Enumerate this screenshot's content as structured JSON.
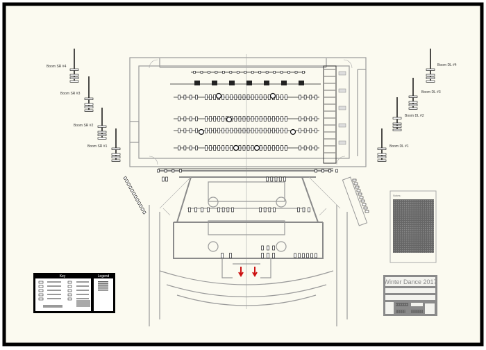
{
  "plot": {
    "booms_sr": [
      {
        "label": "Boom SR #4"
      },
      {
        "label": "Boom SR #3"
      },
      {
        "label": "Boom SR #2"
      },
      {
        "label": "Boom SR #1"
      }
    ],
    "booms_dl": [
      {
        "label": "Boom DL #4"
      },
      {
        "label": "Boom DL #3"
      },
      {
        "label": "Boom DL #2"
      },
      {
        "label": "Boom DL #1"
      }
    ]
  },
  "key_panel": {
    "key_title": "Key",
    "legend_title": "Legend"
  },
  "notes_panel": {
    "title": "Notes:"
  },
  "title_block": {
    "show_title": "Winter Dance 2017"
  },
  "colors": {
    "border": "#000000",
    "paper": "#fbfaf0",
    "lines": "#9a9a9a",
    "fixture": "#222222",
    "highlight": "#cc1111"
  }
}
